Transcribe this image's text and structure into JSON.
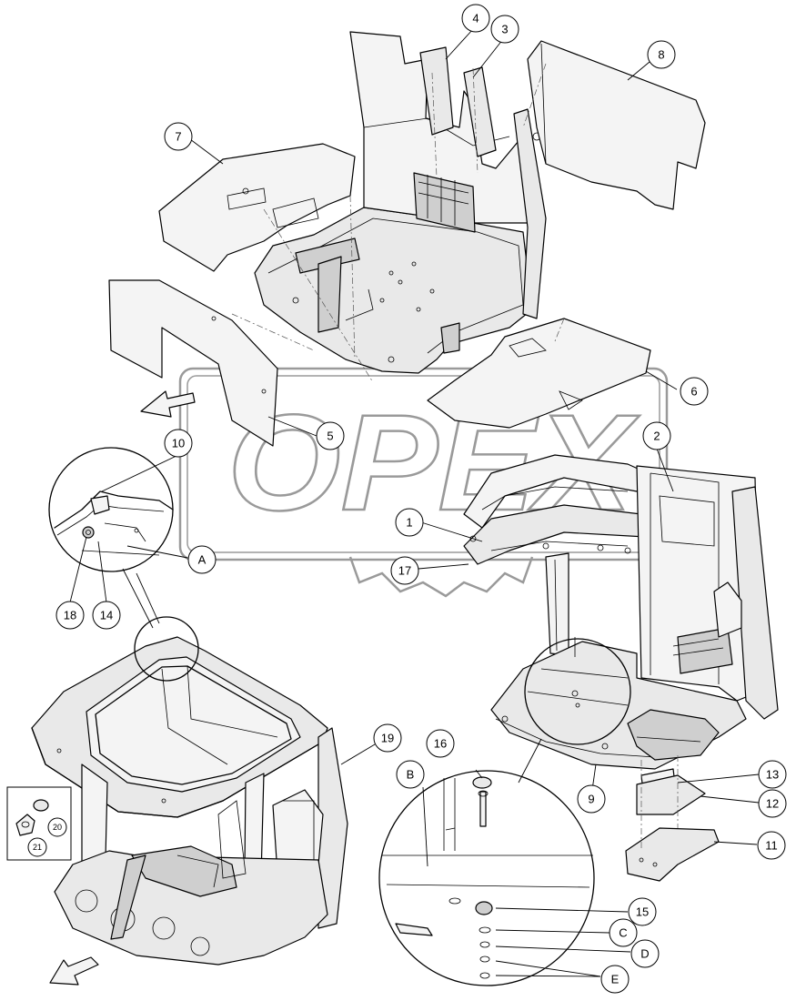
{
  "watermark": {
    "text": "OPEX"
  },
  "callouts": [
    {
      "label": "1"
    },
    {
      "label": "2"
    },
    {
      "label": "3"
    },
    {
      "label": "4"
    },
    {
      "label": "5"
    },
    {
      "label": "6"
    },
    {
      "label": "7"
    },
    {
      "label": "8"
    },
    {
      "label": "9"
    },
    {
      "label": "10"
    },
    {
      "label": "11"
    },
    {
      "label": "12"
    },
    {
      "label": "13"
    },
    {
      "label": "14"
    },
    {
      "label": "15"
    },
    {
      "label": "16"
    },
    {
      "label": "17"
    },
    {
      "label": "18"
    },
    {
      "label": "19"
    },
    {
      "label": "20"
    },
    {
      "label": "21"
    },
    {
      "label": "A"
    },
    {
      "label": "B"
    },
    {
      "label": "C"
    },
    {
      "label": "D"
    },
    {
      "label": "E"
    }
  ]
}
